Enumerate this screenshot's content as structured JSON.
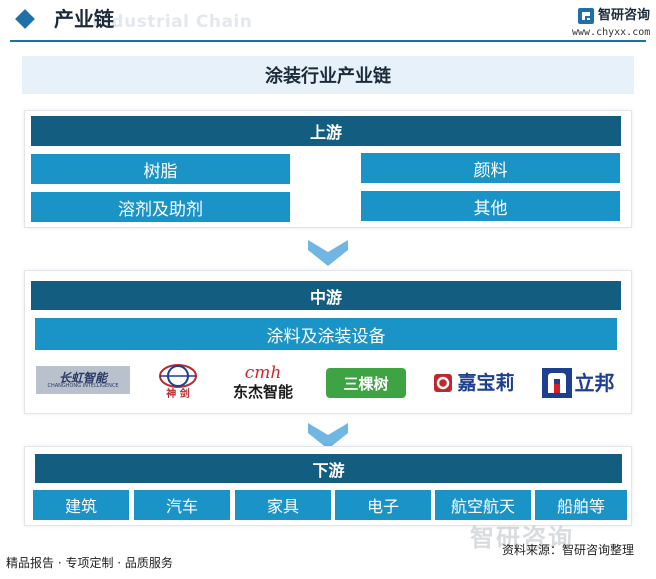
{
  "header": {
    "title": "产业链",
    "subtitle_en": "Industrial Chain",
    "brand_name": "智研咨询",
    "brand_url": "www.chyxx.com"
  },
  "diagram": {
    "title": "涂装行业产业链",
    "upstream": {
      "label": "上游",
      "items": [
        "树脂",
        "颜料",
        "溶剂及助剂",
        "其他"
      ]
    },
    "midstream": {
      "label": "中游",
      "item": "涂料及涂装设备",
      "logos": {
        "changhong": "长虹智能",
        "changhong_en": "CHANGHONG INTELLIGENCE",
        "shenjian": "神 剑",
        "dongjie_mark": "cmh",
        "dongjie": "东杰智能",
        "sankeshu": "三棵树",
        "jiabaoli": "嘉宝莉",
        "libang": "立邦"
      }
    },
    "downstream": {
      "label": "下游",
      "items": [
        "建筑",
        "汽车",
        "家具",
        "电子",
        "航空航天",
        "船舶等"
      ]
    }
  },
  "footer": {
    "services": "精品报告 · 专项定制 · 品质服务",
    "source": "资料来源：智研咨询整理",
    "watermark": "智研咨询"
  },
  "colors": {
    "header_dark": "#135d80",
    "cell_blue": "#1a93c6",
    "title_bg": "#e6f1fa",
    "arrow": "#6fb6e2"
  }
}
